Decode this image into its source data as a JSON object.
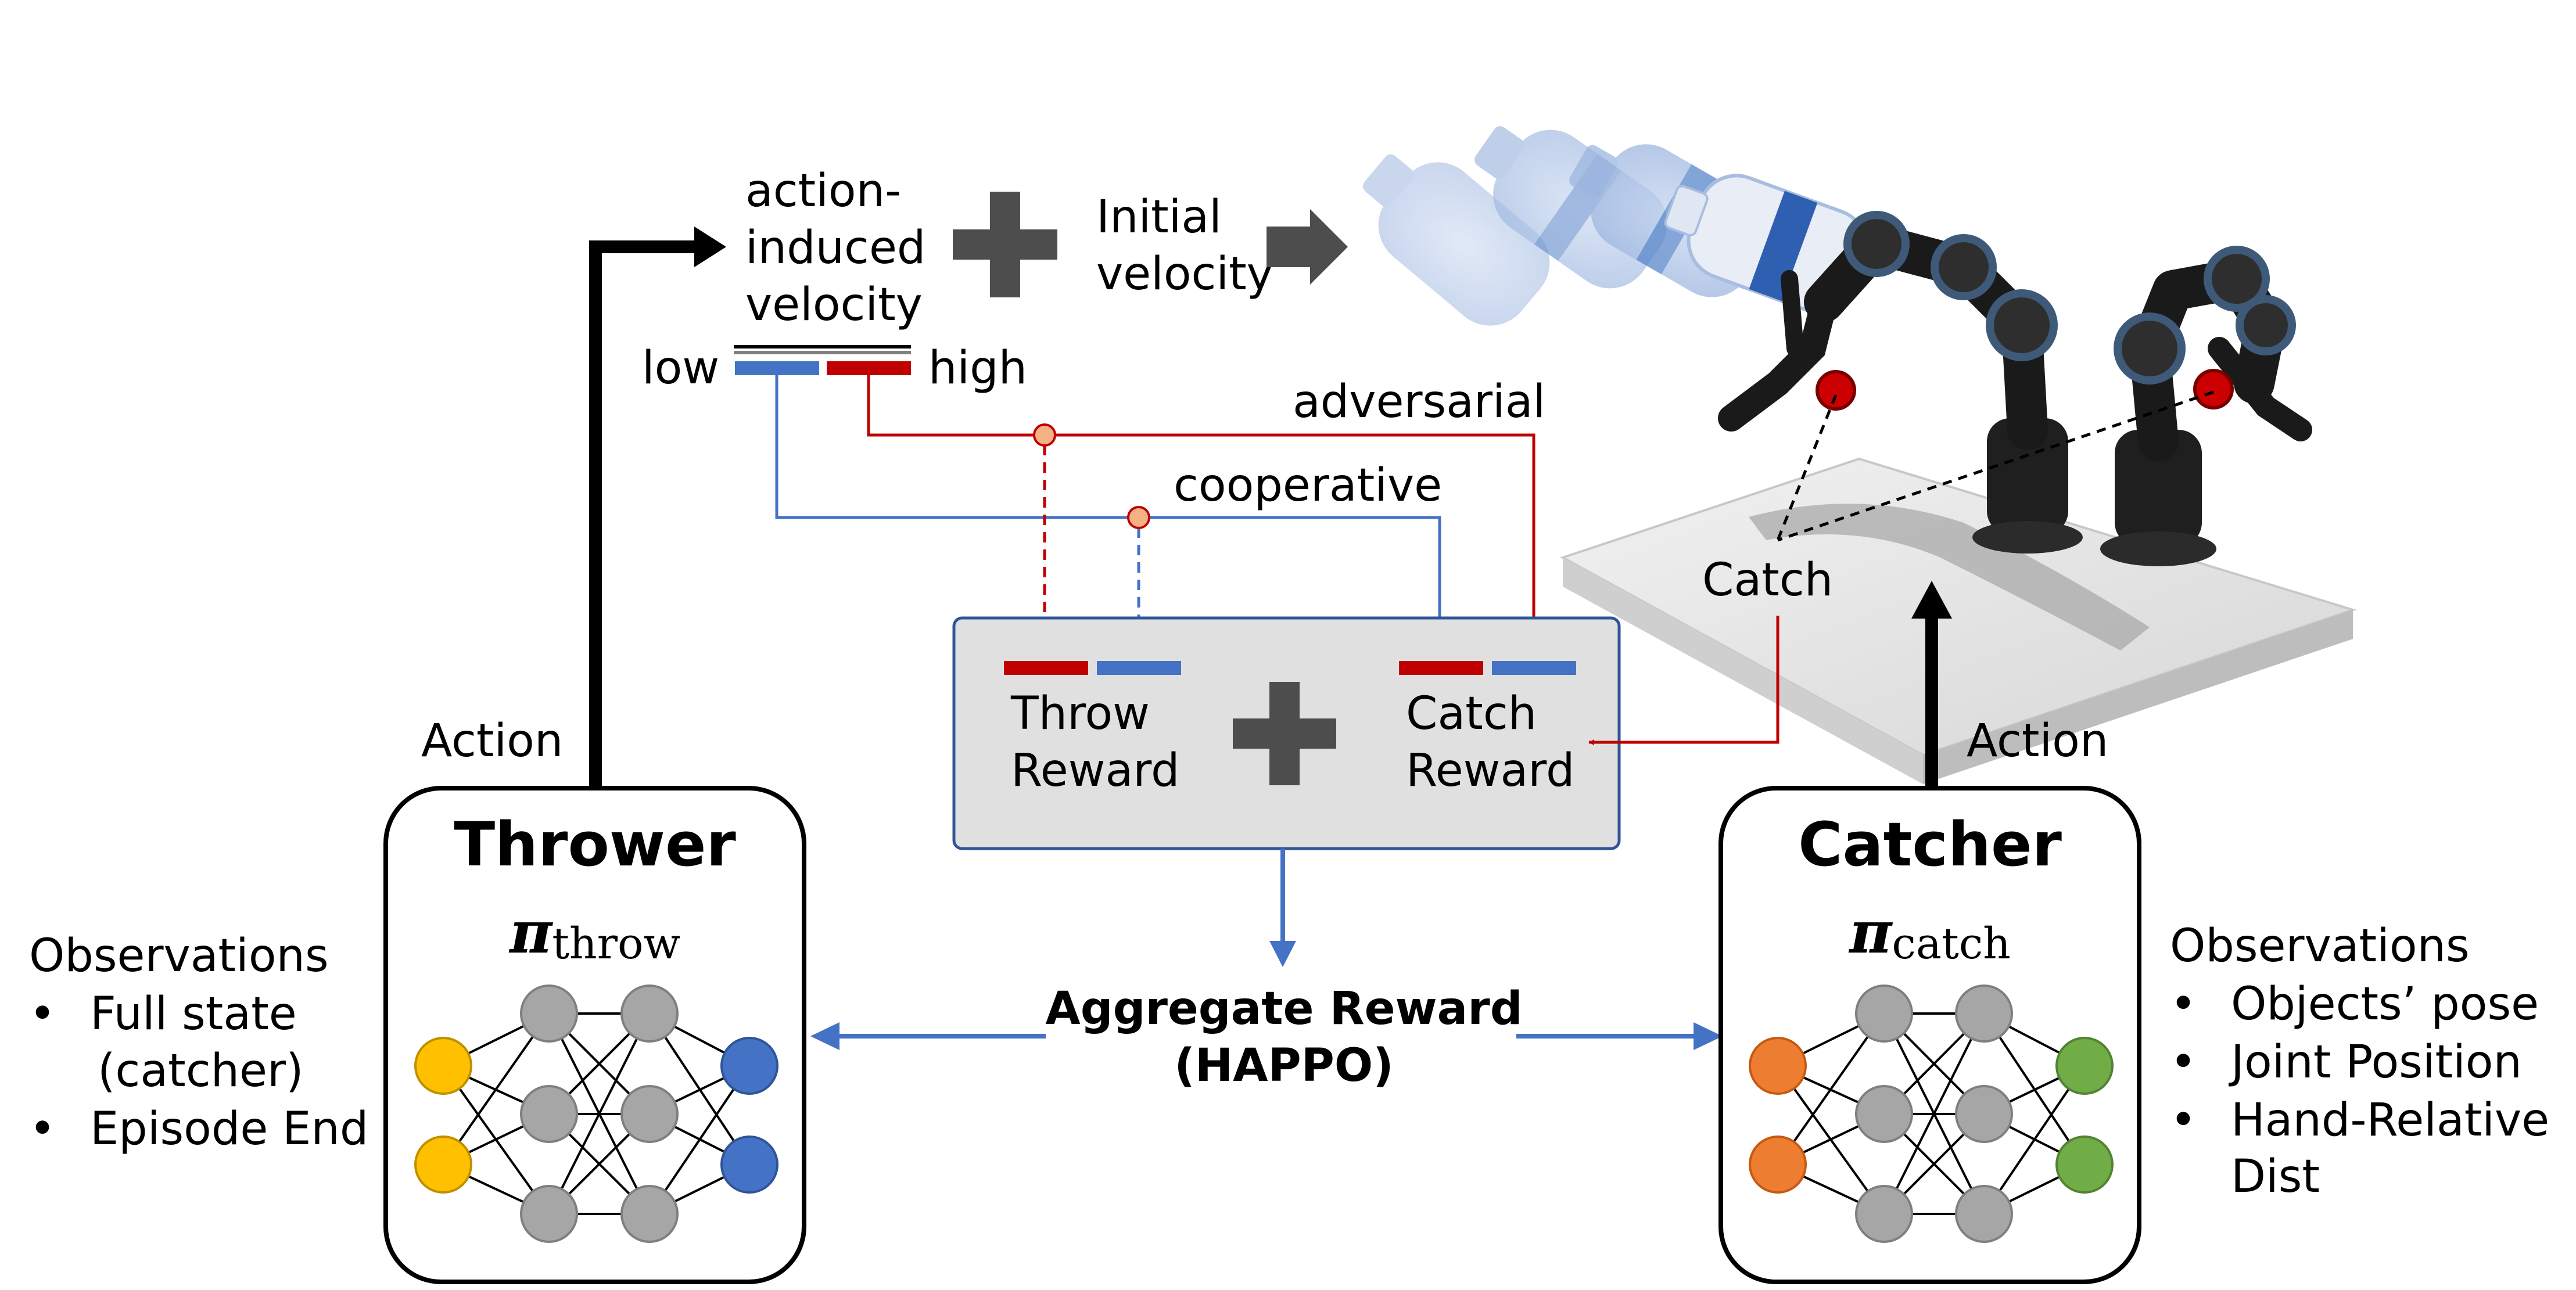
{
  "velocity": {
    "label_line1": "action-",
    "label_line2": "induced",
    "label_line3": "velocity",
    "low_label": "low",
    "high_label": "high",
    "initial_line1": "Initial",
    "initial_line2": "velocity"
  },
  "modes": {
    "adversarial": "adversarial",
    "cooperative": "cooperative"
  },
  "reward_box": {
    "throw_line1": "Throw",
    "throw_line2": "Reward",
    "catch_line1": "Catch",
    "catch_line2": "Reward"
  },
  "aggregate": {
    "line1": "Aggregate Reward",
    "line2": "(HAPPO)"
  },
  "thrower": {
    "action_label": "Action",
    "title": "Thrower",
    "policy_symbol": "π",
    "policy_sub": "throw",
    "observations_title": "Observations",
    "observations": [
      "Full state",
      "(catcher)",
      "Episode End"
    ]
  },
  "catcher": {
    "action_label": "Action",
    "title": "Catcher",
    "policy_symbol": "π",
    "policy_sub": "catch",
    "observations_title": "Observations",
    "observations": [
      "Objects’ pose",
      "Joint Position",
      "Hand-Relative",
      "Dist"
    ]
  },
  "scene": {
    "catch_label": "Catch"
  },
  "colors": {
    "blue": "#4472C4",
    "red": "#C00000",
    "gray_box": "#E0E0E0",
    "dark_gray": "#4D4D4D",
    "node_gray": "#A6A6A6",
    "node_yellow": "#FFC000",
    "node_orange": "#ED7D31",
    "node_green": "#70AD47"
  }
}
